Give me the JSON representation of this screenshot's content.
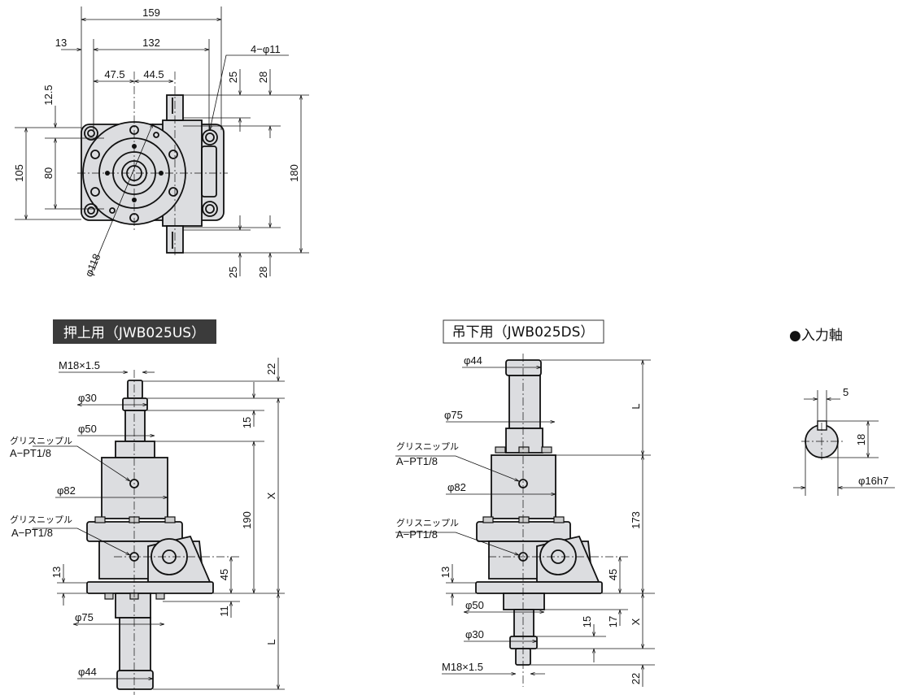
{
  "top_view": {
    "dims": {
      "w159": "159",
      "w13": "13",
      "w132": "132",
      "w47_5": "47.5",
      "w44_5": "44.5",
      "h12_5": "12.5",
      "h105": "105",
      "h80": "80",
      "h180": "180",
      "t25": "25",
      "t28": "28",
      "b25": "25",
      "b28": "28",
      "holes": "4−φ11",
      "flange": "φ118"
    }
  },
  "push_up": {
    "title": "押上用（JWB025US）",
    "labels": {
      "thread": "M18×1.5",
      "d30": "φ30",
      "d50": "φ50",
      "d82": "φ82",
      "d75": "φ75",
      "d44": "φ44",
      "grease1_a": "グリスニップル",
      "grease1_b": "A−PT1/8",
      "grease2_a": "グリスニップル",
      "grease2_b": "A−PT1/8",
      "v22": "22",
      "v15": "15",
      "vX": "X",
      "v190": "190",
      "v45": "45",
      "v13": "13",
      "v11": "11",
      "vL": "L"
    }
  },
  "suspended": {
    "title": "吊下用（JWB025DS）",
    "labels": {
      "d44": "φ44",
      "d75": "φ75",
      "d82": "φ82",
      "d50": "φ50",
      "d30": "φ30",
      "thread": "M18×1.5",
      "grease1_a": "グリスニップル",
      "grease1_b": "A−PT1/8",
      "grease2_a": "グリスニップル",
      "grease2_b": "A−PT1/8",
      "vL": "L",
      "v173": "173",
      "v45": "45",
      "v13": "13",
      "v17": "17",
      "v15": "15",
      "vX": "X",
      "v22": "22"
    }
  },
  "input_shaft": {
    "title": "●入力軸",
    "dims": {
      "key": "5",
      "h18": "18",
      "dia": "φ16h7"
    }
  }
}
